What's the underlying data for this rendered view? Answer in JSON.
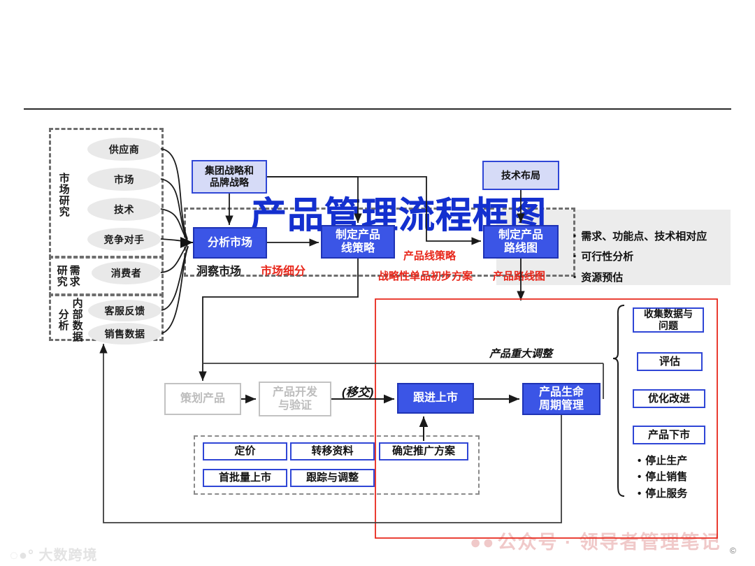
{
  "title_overlay": "产品管理流程框图",
  "left_panel": {
    "groups": [
      {
        "label": "市场研究",
        "nodes": [
          "供应商",
          "市场",
          "技术",
          "竞争对手"
        ]
      },
      {
        "label_a": "需求",
        "label_b": "研究",
        "label": "需求研究",
        "nodes": [
          "消费者"
        ]
      },
      {
        "label_a": "内部数据",
        "label_b": "分析",
        "label": "内部数据分析",
        "nodes": [
          "客服反馈",
          "销售数据"
        ]
      }
    ]
  },
  "top_boxes": {
    "strategy": "集团战略和\n品牌战略",
    "strategy_line1": "集团战略和",
    "strategy_line2": "品牌战略",
    "tech": "技术布局"
  },
  "main_row": {
    "analyze": "分析市场",
    "product_line_l1": "制定产品",
    "product_line_l2": "线策略",
    "roadmap_l1": "制定产品",
    "roadmap_l2": "路线图"
  },
  "annotations": {
    "insight_market": "洞察市场",
    "market_segmentation": "市场细分",
    "product_line_strategy": "产品线策略",
    "strategic_sku_plan": "战略性单品初步方案",
    "product_roadmap": "产品路线图",
    "handover": "(移交)",
    "major_adjustment": "产品重大调整"
  },
  "bullets_right": [
    "需求、功能点、技术相对应",
    "可行性分析",
    "资源预估"
  ],
  "bottom_row": {
    "plan_product": "策划产品",
    "develop_l1": "产品开发",
    "develop_l2": "与验证",
    "follow_launch": "跟进上市",
    "lifecycle_l1": "产品生命",
    "lifecycle_l2": "周期管理"
  },
  "launch_tasks": {
    "items": [
      "定价",
      "转移资料",
      "确定推广方案",
      "首批量上市",
      "跟踪与调整"
    ],
    "row1": [
      "定价",
      "转移资料",
      "确定推广方案"
    ],
    "row2": [
      "首批量上市",
      "跟踪与调整"
    ]
  },
  "lifecycle_panel": {
    "boxes_l1": "收集数据与",
    "boxes_l2": "问题",
    "boxes": [
      "评估",
      "优化改进",
      "产品下市"
    ],
    "dots": [
      "停止生产",
      "停止销售",
      "停止服务"
    ]
  },
  "watermarks": {
    "right": "公众号 · 领导者管理笔记",
    "left": "大数跨境",
    "copyright": "©"
  },
  "colors": {
    "accent_blue": "#3b55e6",
    "border_blue": "#2f46d6",
    "lavender": "#d6dbf7",
    "red_annotation": "#e8271b",
    "red_frame": "#e8271b",
    "gray_node": "#e9e9e9",
    "title_blue": "#1430cf"
  }
}
